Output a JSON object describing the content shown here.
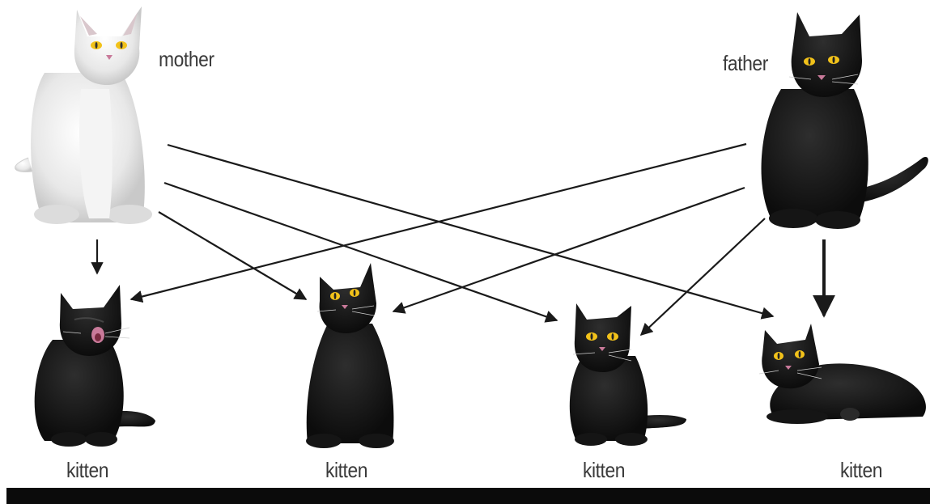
{
  "labels": {
    "mother": "mother",
    "father": "father",
    "kittens": [
      "kitten",
      "kitten",
      "kitten",
      "kitten"
    ]
  },
  "colors": {
    "mother_fur": "#e9e9e9",
    "black_fur": "#151515",
    "eyes": "#f2c21a",
    "nose": "#c97a9a",
    "arrow": "#1a1a1a",
    "bottom_bar": "#0b0b0b"
  }
}
